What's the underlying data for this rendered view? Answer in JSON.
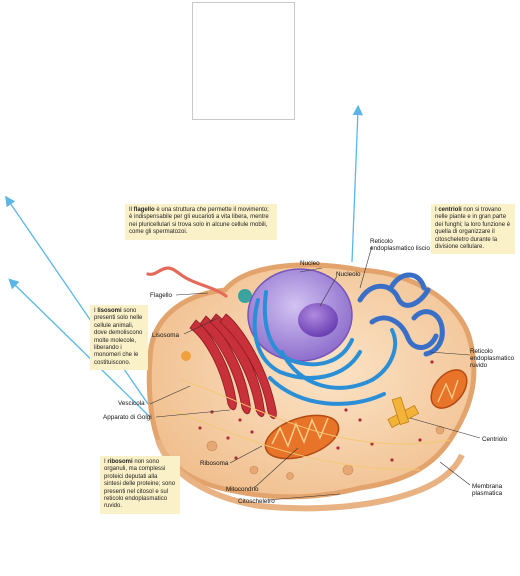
{
  "notes": {
    "flagello": {
      "term": "flagello",
      "pre": "Il ",
      "post": " è una struttura che permette il movimento; è indispensabile per gli eucarioti a vita libera, mentre nei pluricellulari si trova solo in alcune cellule mobili, come gli spermatozoi."
    },
    "centrioli": {
      "term": "centrioli",
      "pre": "I ",
      "post": " non si trovano nelle piante e in gran parte dei funghi; la loro funzione è quella di organizzare il citoscheletro durante la divisione cellulare."
    },
    "lisosomi": {
      "term": "lisosomi",
      "pre": "I ",
      "post": " sono presenti solo nelle cellule animali, dove demoliscono molte molecole, liberando i monomeri che le costituiscono."
    },
    "ribosomi": {
      "term": "ribosomi",
      "pre": "I ",
      "post": " non sono organuli, ma complessi proteici deputati alla sintesi delle proteine; sono presenti nel citosol e sul reticolo endoplasmatico ruvido."
    }
  },
  "labels": {
    "flagello": "Flagello",
    "nucleo": "Nucleo",
    "nucleolo": "Nucleolo",
    "reticolo_liscio": "Reticolo endoplasmatico liscio",
    "lisosoma": "Lisosoma",
    "reticolo_ruvido": "Reticolo endoplasmatico ruvido",
    "vescicola": "Vescicola",
    "apparato_golgi": "Apparato di Golgi",
    "centriolo": "Centriolo",
    "ribosoma": "Ribosoma",
    "mitocondrio": "Mitocondrio",
    "citoscheletro": "Citoscheletro",
    "membrana": "Membrana plasmatica"
  },
  "colors": {
    "arrow": "#5bb6e8",
    "note_bg": "#fbf1c8",
    "cytoplasm": "#f6cfa6",
    "membrane": "#eab07c",
    "nucleus": "#a78fd6",
    "nucleolus": "#7f5ac2",
    "er_rough": "#2a8fd6",
    "er_smooth": "#3a6fc8",
    "golgi": "#c8303a",
    "mitochondrion": "#e8742a",
    "centriole": "#f3b23a",
    "flagellum": "#e56a5a"
  }
}
